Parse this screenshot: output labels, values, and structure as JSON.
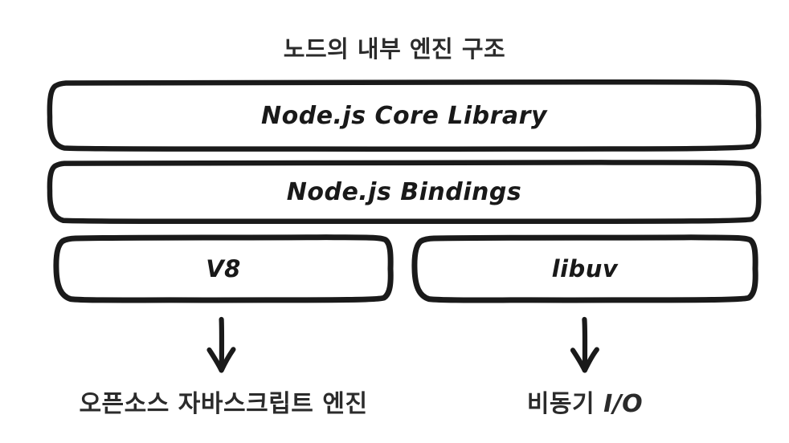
{
  "diagram": {
    "title": "노드의 내부 엔진 구조",
    "background_color": "#ffffff",
    "stroke_color": "#1a1a1a",
    "text_color": "#2b2b2b",
    "layers": [
      {
        "id": "core-library",
        "label": "Node.js Core Library",
        "row": 1,
        "span": "full"
      },
      {
        "id": "bindings",
        "label": "Node.js Bindings",
        "row": 2,
        "span": "full"
      },
      {
        "id": "v8",
        "label": "V8",
        "row": 3,
        "span": "left-half"
      },
      {
        "id": "libuv",
        "label": "libuv",
        "row": 3,
        "span": "right-half"
      }
    ],
    "arrows": [
      {
        "id": "v8-arrow",
        "from": "v8",
        "to": "v8-caption",
        "direction": "down"
      },
      {
        "id": "libuv-arrow",
        "from": "libuv",
        "to": "libuv-caption",
        "direction": "down"
      }
    ],
    "captions": [
      {
        "id": "v8-caption",
        "text": "오픈소스 자바스크립트 엔진",
        "for": "v8"
      },
      {
        "id": "libuv-caption",
        "text_korean": "비동기 ",
        "text_latin": "I/O",
        "for": "libuv"
      }
    ]
  }
}
